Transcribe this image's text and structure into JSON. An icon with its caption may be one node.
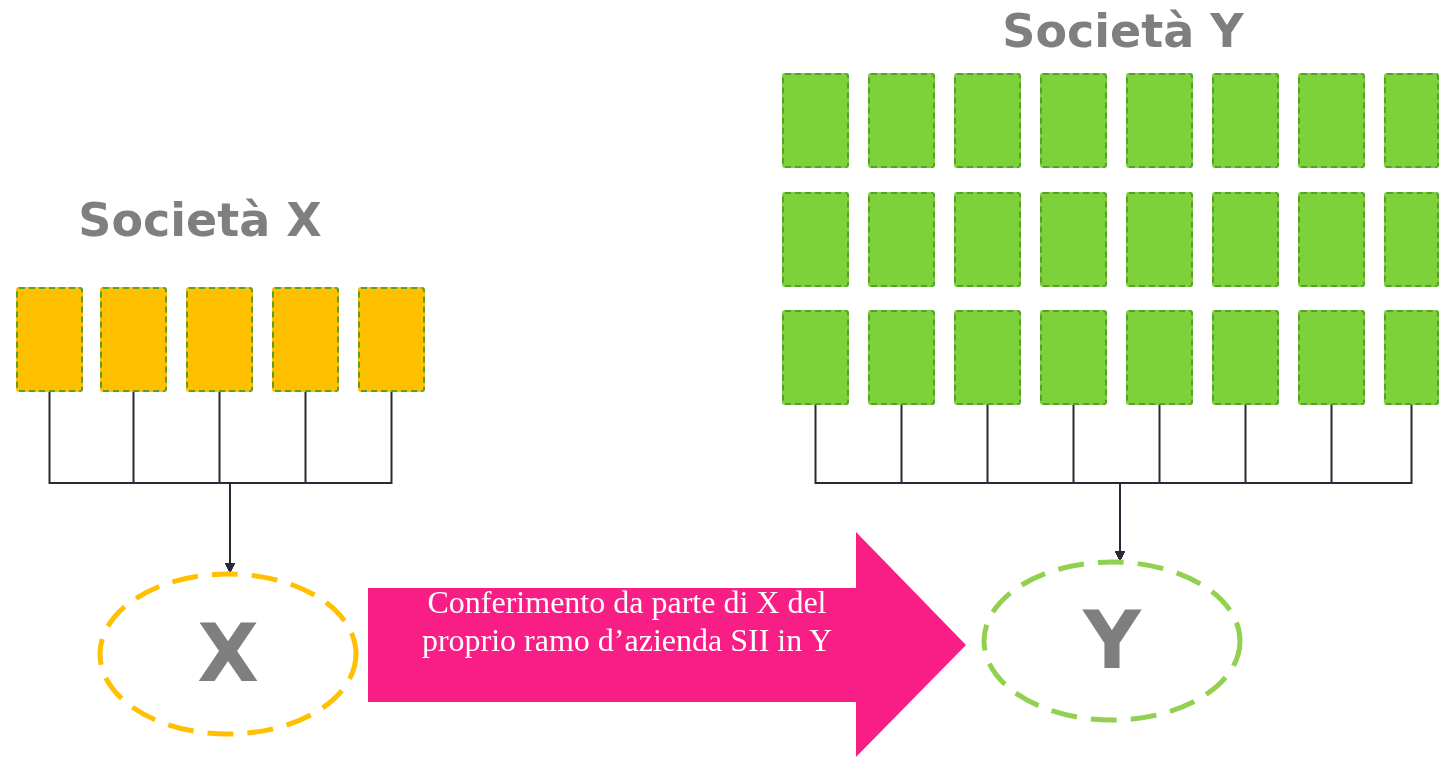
{
  "diagram": {
    "nodes": [
      {
        "text": [],
        "shape": "box"
      },
      {
        "text": [],
        "shape": "box"
      },
      {
        "text": [],
        "shape": "box"
      },
      {
        "text": [],
        "shape": "box"
      },
      {
        "text": [],
        "shape": "box"
      },
      {
        "text": [],
        "shape": "box"
      },
      {
        "text": [],
        "shape": "box"
      },
      {
        "text": [],
        "shape": "box"
      },
      {
        "text": [],
        "shape": "box"
      },
      {
        "text": [],
        "shape": "box"
      },
      {
        "text": [],
        "shape": "box"
      },
      {
        "text": [],
        "shape": "box"
      },
      {
        "text": [],
        "shape": "box"
      },
      {
        "text": [],
        "shape": "box"
      },
      {
        "text": [],
        "shape": "box"
      },
      {
        "text": [],
        "shape": "box"
      },
      {
        "text": [],
        "shape": "box"
      },
      {
        "text": [],
        "shape": "box"
      },
      {
        "text": [],
        "shape": "box"
      },
      {
        "text": [],
        "shape": "box"
      },
      {
        "text": [],
        "shape": "box"
      },
      {
        "text": [],
        "shape": "box"
      },
      {
        "text": [],
        "shape": "box"
      },
      {
        "text": [],
        "shape": "box"
      },
      {
        "text": [],
        "shape": "box"
      },
      {
        "text": [],
        "shape": "box"
      },
      {
        "text": [],
        "shape": "box"
      },
      {
        "text": [],
        "shape": "box"
      },
      {
        "text": [],
        "shape": "box"
      },
      {
        "text": [
          "X"
        ]
      },
      {
        "text": [
          "Y"
        ]
      }
    ],
    "edges": [
      {
        "from": 0,
        "to": 29,
        "arrow": "to"
      },
      {
        "from": 1,
        "to": 29,
        "arrow": "to"
      },
      {
        "from": 2,
        "to": 29,
        "arrow": "to"
      },
      {
        "from": 3,
        "to": 29,
        "arrow": "to"
      },
      {
        "from": 4,
        "to": 29,
        "arrow": "to"
      },
      {
        "from": 21,
        "to": 30,
        "arrow": "to"
      },
      {
        "from": 22,
        "to": 30,
        "arrow": "to"
      },
      {
        "from": 23,
        "to": 30,
        "arrow": "to"
      },
      {
        "from": 24,
        "to": 30,
        "arrow": "to"
      },
      {
        "from": 25,
        "to": 30,
        "arrow": "to"
      },
      {
        "from": 26,
        "to": 30,
        "arrow": "to"
      },
      {
        "from": 27,
        "to": 30,
        "arrow": "to"
      },
      {
        "from": 28,
        "to": 30,
        "arrow": "to"
      },
      {
        "from": 29,
        "to": 30,
        "arrow": "to",
        "label": "Conferimento da parte di X del proprio ramo d’azienda SII in Y",
        "style": "thick",
        "color": "#f81e85"
      }
    ],
    "labels": [
      "Società Y",
      "Società X"
    ]
  }
}
